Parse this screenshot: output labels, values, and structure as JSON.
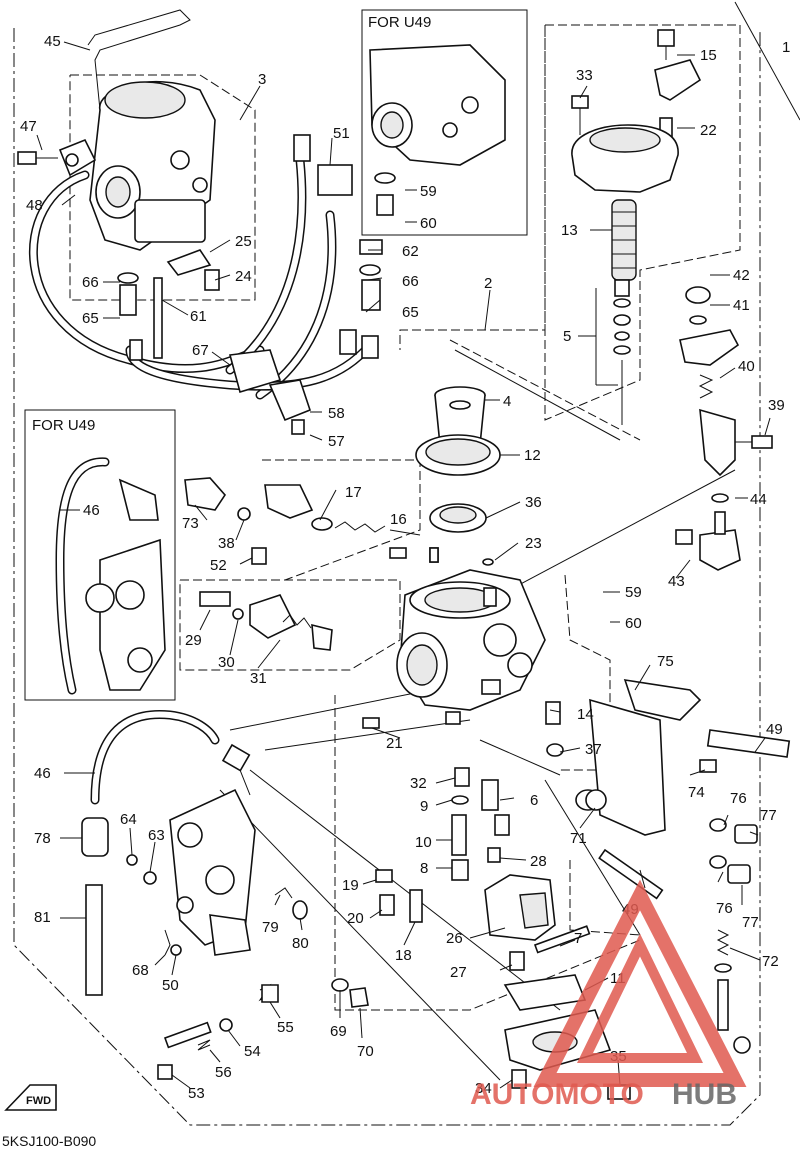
{
  "diagram_code": "5KSJ100-B090",
  "box_labels": {
    "u49_top": "FOR U49",
    "u49_left": "FOR U49"
  },
  "fwd_badge": "FWD",
  "watermark": {
    "part1": "AUTOMOTO",
    "part2": "HUB"
  },
  "callouts": {
    "c1": "1",
    "c2": "2",
    "c3": "3",
    "c4": "4",
    "c5": "5",
    "c6": "6",
    "c7": "7",
    "c8": "8",
    "c9": "9",
    "c10": "10",
    "c11": "11",
    "c12": "12",
    "c13": "13",
    "c14": "14",
    "c15": "15",
    "c16": "16",
    "c17": "17",
    "c18": "18",
    "c19": "19",
    "c20": "20",
    "c21": "21",
    "c22": "22",
    "c23": "23",
    "c24": "24",
    "c25": "25",
    "c26": "26",
    "c27": "27",
    "c28": "28",
    "c29": "29",
    "c30": "30",
    "c31": "31",
    "c32": "32",
    "c33": "33",
    "c34": "34",
    "c35": "35",
    "c36": "36",
    "c37": "37",
    "c38": "38",
    "c39": "39",
    "c40": "40",
    "c41": "41",
    "c42": "42",
    "c43": "43",
    "c44": "44",
    "c45": "45",
    "c46a": "46",
    "c46b": "46",
    "c47": "47",
    "c48": "48",
    "c49a": "49",
    "c49b": "49",
    "c50": "50",
    "c51": "51",
    "c52": "52",
    "c53": "53",
    "c54": "54",
    "c55": "55",
    "c56": "56",
    "c57": "57",
    "c58": "58",
    "c59a": "59",
    "c59b": "59",
    "c60a": "60",
    "c60b": "60",
    "c61": "61",
    "c62": "62",
    "c63": "63",
    "c64": "64",
    "c65a": "65",
    "c65b": "65",
    "c66a": "66",
    "c66b": "66",
    "c67": "67",
    "c68": "68",
    "c69": "69",
    "c70": "70",
    "c71": "71",
    "c72": "72",
    "c73": "73",
    "c74": "74",
    "c75": "75",
    "c76a": "76",
    "c76b": "76",
    "c77a": "77",
    "c77b": "77",
    "c78": "78",
    "c79": "79",
    "c80": "80",
    "c81": "81"
  }
}
